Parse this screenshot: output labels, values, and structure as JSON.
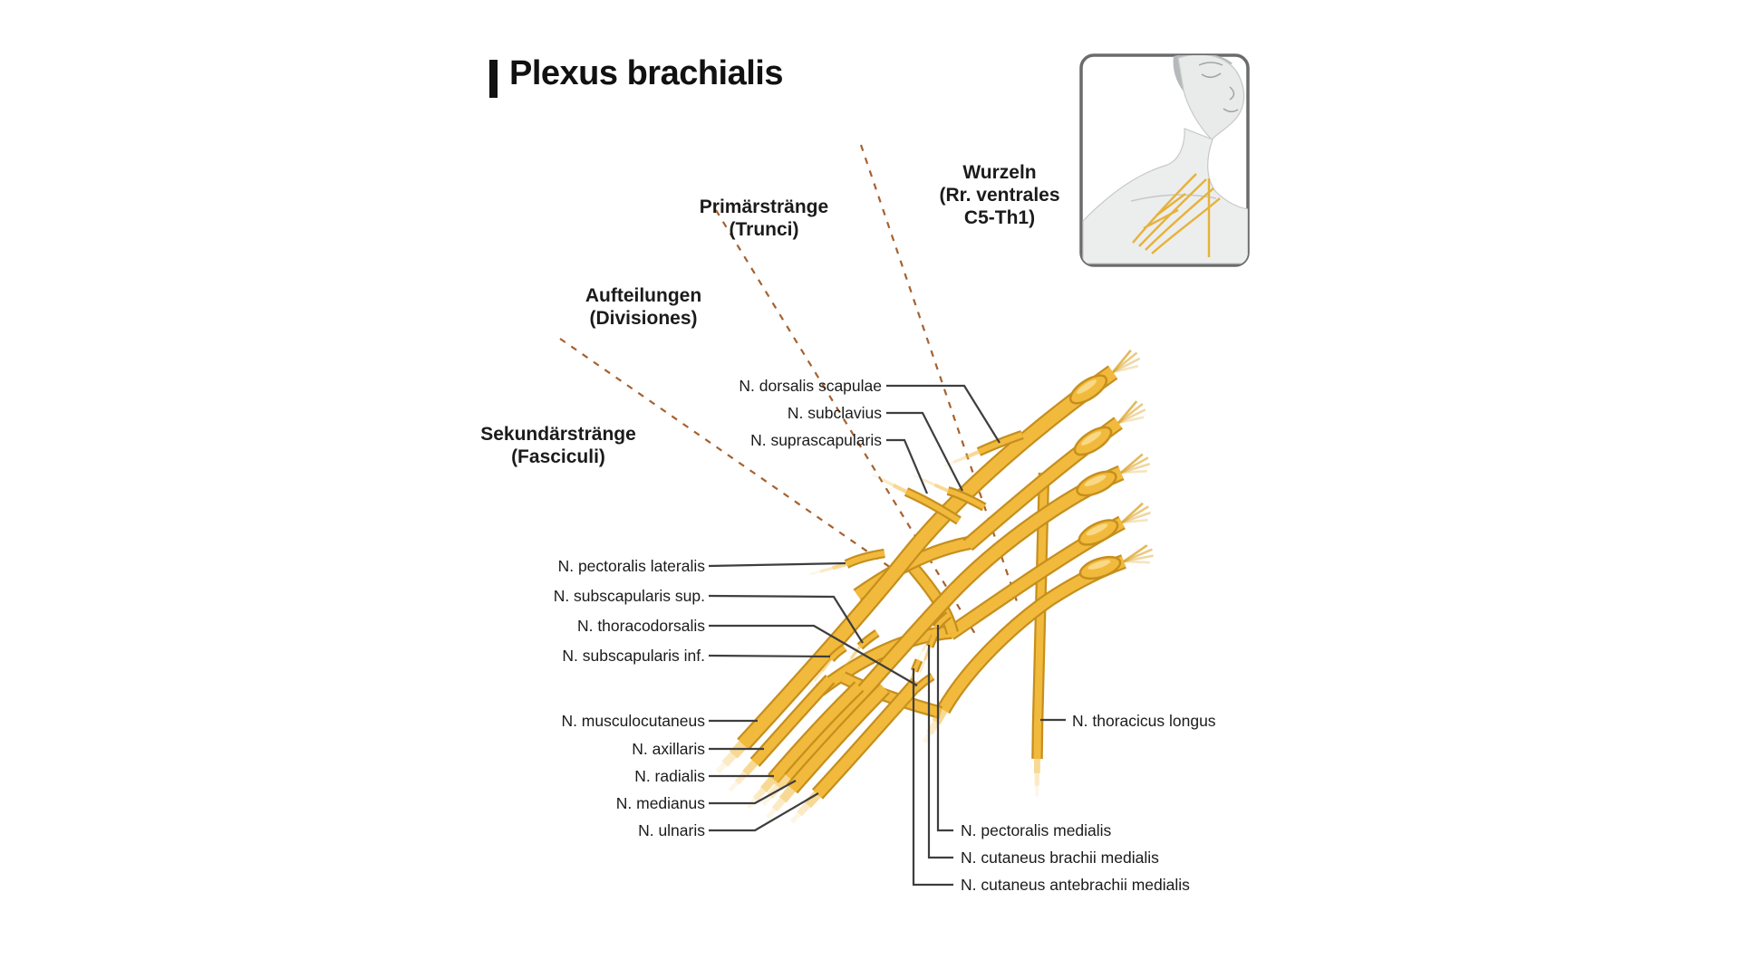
{
  "title": "Plexus brachialis",
  "categories": [
    {
      "id": "wurzeln",
      "lines": [
        "Wurzeln",
        "(Rr. ventrales",
        "C5-Th1)"
      ]
    },
    {
      "id": "primaerstraenge",
      "lines": [
        "Primärstränge",
        "(Trunci)"
      ]
    },
    {
      "id": "aufteilungen",
      "lines": [
        "Aufteilungen",
        "(Divisiones)"
      ]
    },
    {
      "id": "sekundaerstraenge",
      "lines": [
        "Sekundärstränge",
        "(Fasciculi)"
      ]
    }
  ],
  "nerves": [
    {
      "label": "N. dorsalis scapulae"
    },
    {
      "label": "N. subclavius"
    },
    {
      "label": "N. suprascapularis"
    },
    {
      "label": "N. pectoralis lateralis"
    },
    {
      "label": "N. subscapularis sup."
    },
    {
      "label": "N. thoracodorsalis"
    },
    {
      "label": "N. subscapularis inf."
    },
    {
      "label": "N. musculocutaneus"
    },
    {
      "label": "N. axillaris"
    },
    {
      "label": "N. radialis"
    },
    {
      "label": "N. medianus"
    },
    {
      "label": "N. ulnaris"
    },
    {
      "label": "N. thoracicus longus"
    },
    {
      "label": "N. pectoralis medialis"
    },
    {
      "label": "N. cutaneus brachii medialis"
    },
    {
      "label": "N. cutaneus antebrachii medialis"
    }
  ],
  "colors": {
    "nerve_fill": "#F2BA3C",
    "nerve_outline": "#C68F1D",
    "nerve_highlight": "#FADD8E",
    "fray": "#DCA62F",
    "boundary_dashed": "#A6612F",
    "leader": "#3E3E3E",
    "text": "#1B1B1B",
    "title_bar": "#111111",
    "inset_border": "#6B6B6B"
  }
}
